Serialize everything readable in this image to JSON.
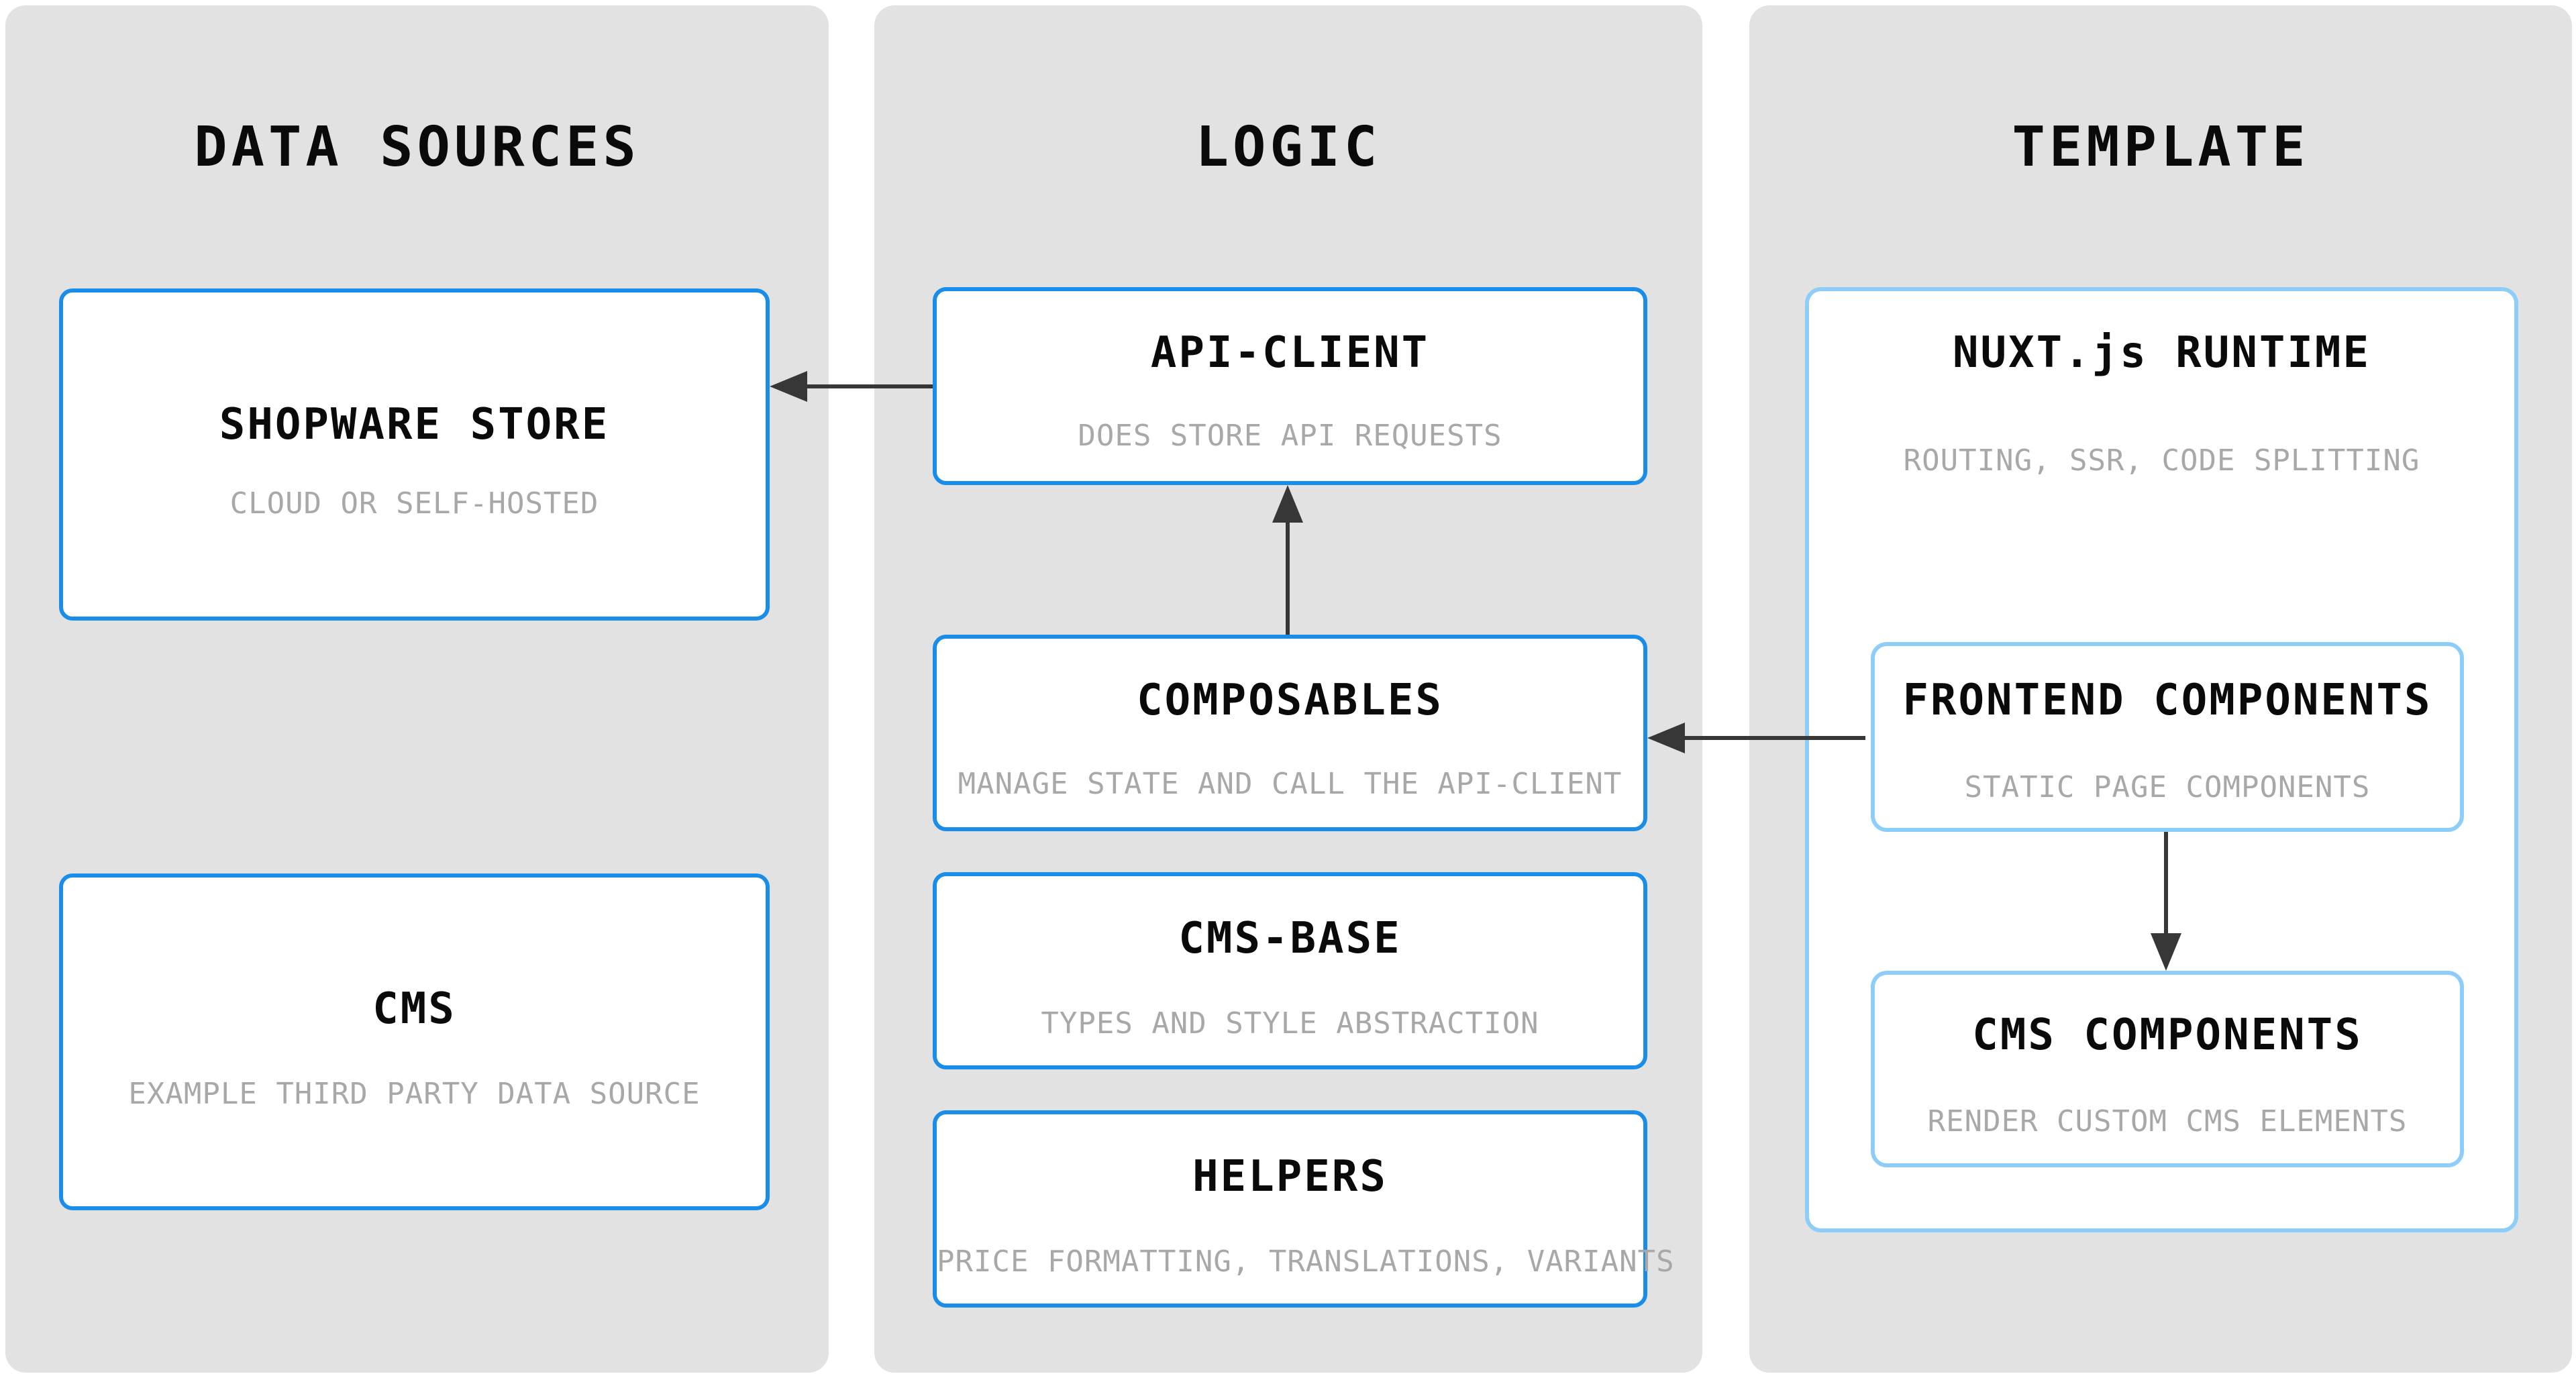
{
  "diagram": {
    "columns": [
      {
        "title": "DATA SOURCES",
        "boxes": [
          {
            "title": "SHOPWARE STORE",
            "subtitle": "CLOUD OR SELF-HOSTED"
          },
          {
            "title": "CMS",
            "subtitle": "EXAMPLE THIRD PARTY DATA SOURCE"
          }
        ]
      },
      {
        "title": "LOGIC",
        "boxes": [
          {
            "title": "API-CLIENT",
            "subtitle": "DOES STORE API REQUESTS"
          },
          {
            "title": "COMPOSABLES",
            "subtitle": "MANAGE STATE AND CALL THE API-CLIENT"
          },
          {
            "title": "CMS-BASE",
            "subtitle": "TYPES AND STYLE ABSTRACTION"
          },
          {
            "title": "HELPERS",
            "subtitle": "PRICE FORMATTING, TRANSLATIONS, VARIANTS"
          }
        ]
      },
      {
        "title": "TEMPLATE",
        "boxes": [
          {
            "title": "NUXT.js RUNTIME",
            "subtitle": "ROUTING, SSR, CODE SPLITTING",
            "children": [
              {
                "title": "FRONTEND COMPONENTS",
                "subtitle": "STATIC PAGE COMPONENTS"
              },
              {
                "title": "CMS COMPONENTS",
                "subtitle": "RENDER CUSTOM CMS ELEMENTS"
              }
            ]
          }
        ]
      }
    ],
    "arrows": [
      {
        "from": "API-CLIENT",
        "to": "SHOPWARE STORE",
        "direction": "left"
      },
      {
        "from": "COMPOSABLES",
        "to": "API-CLIENT",
        "direction": "up"
      },
      {
        "from": "FRONTEND COMPONENTS",
        "to": "COMPOSABLES",
        "direction": "left"
      },
      {
        "from": "FRONTEND COMPONENTS",
        "to": "CMS COMPONENTS",
        "direction": "down"
      }
    ],
    "colors": {
      "accent_blue": "#1a8de9",
      "light_blue": "#8ecdf8",
      "column_bg": "#e2e2e2",
      "subtitle_gray": "#a8a8a8",
      "arrow": "#373737",
      "text": "#0a0a0a",
      "page_bg": "#ffffff"
    }
  }
}
